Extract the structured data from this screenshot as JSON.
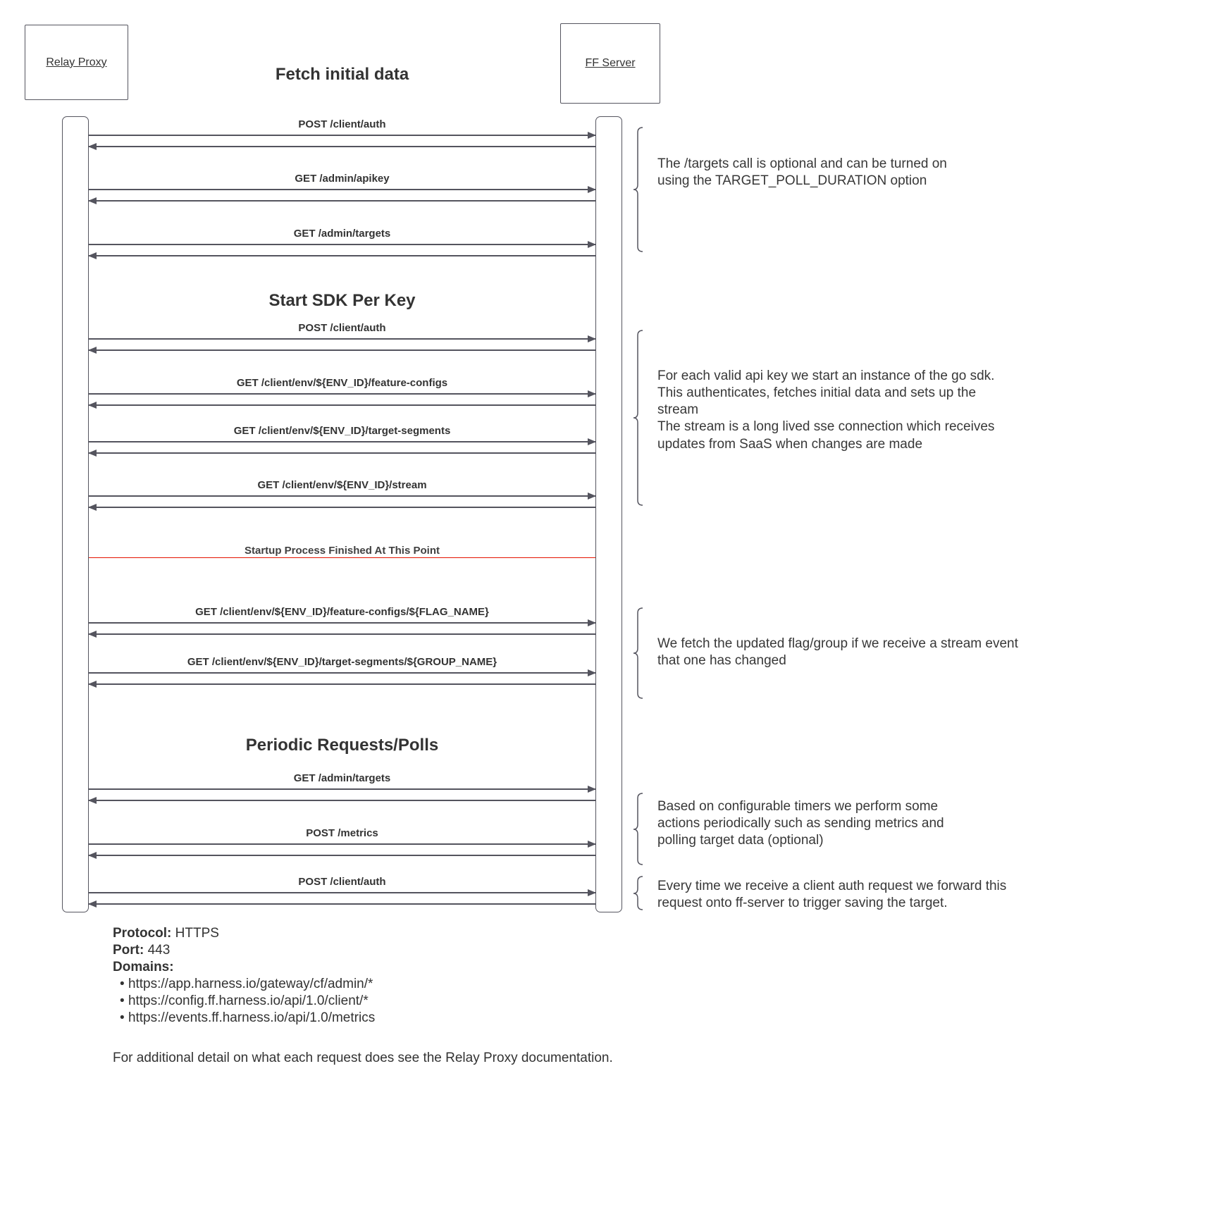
{
  "title": "Fetch initial data",
  "actors": {
    "left": "Relay Proxy",
    "right": "FF Server"
  },
  "sections": {
    "start_sdk": "Start SDK Per Key",
    "periodic": "Periodic Requests/Polls"
  },
  "divider": {
    "label": "Startup Process Finished At This Point",
    "color": "#e51400"
  },
  "messages": [
    {
      "label": "POST /client/auth"
    },
    {
      "label": "GET /admin/apikey"
    },
    {
      "label": "GET /admin/targets"
    },
    {
      "label": "POST /client/auth"
    },
    {
      "label": "GET /client/env/${ENV_ID}/feature-configs"
    },
    {
      "label": "GET /client/env/${ENV_ID}/target-segments"
    },
    {
      "label": "GET /client/env/${ENV_ID}/stream"
    },
    {
      "label": "GET /client/env/${ENV_ID}/feature-configs/${FLAG_NAME}"
    },
    {
      "label": "GET /client/env/${ENV_ID}/target-segments/${GROUP_NAME}"
    },
    {
      "label": "GET /admin/targets"
    },
    {
      "label": "POST /metrics"
    },
    {
      "label": "POST /client/auth"
    }
  ],
  "annotations": [
    {
      "text": "The /targets call is optional and can be turned on using the TARGET_POLL_DURATION option"
    },
    {
      "text_1": "For each valid api key we start an instance of the go sdk. This authenticates, fetches initial data and sets up the stream",
      "text_2": "The stream is a long lived sse connection which receives updates from SaaS when changes are made"
    },
    {
      "text": "We fetch the updated flag/group if we receive a stream event that one has changed"
    },
    {
      "text": "Based on configurable timers we perform some actions periodically such as sending metrics and polling target data (optional)"
    },
    {
      "text": "Every time we receive a client auth request we forward this request onto ff-server to trigger saving the target."
    }
  ],
  "connection_info": {
    "protocol_label": "Protocol:",
    "protocol_value": "HTTPS",
    "port_label": "Port:",
    "port_value": "443",
    "domains_label": "Domains:",
    "domains": [
      "https://app.harness.io/gateway/cf/admin/*",
      "https://config.ff.harness.io/api/1.0/client/*",
      "https://events.ff.harness.io/api/1.0/metrics"
    ]
  },
  "footer_note": "For additional detail on what each request does see the Relay Proxy documentation."
}
